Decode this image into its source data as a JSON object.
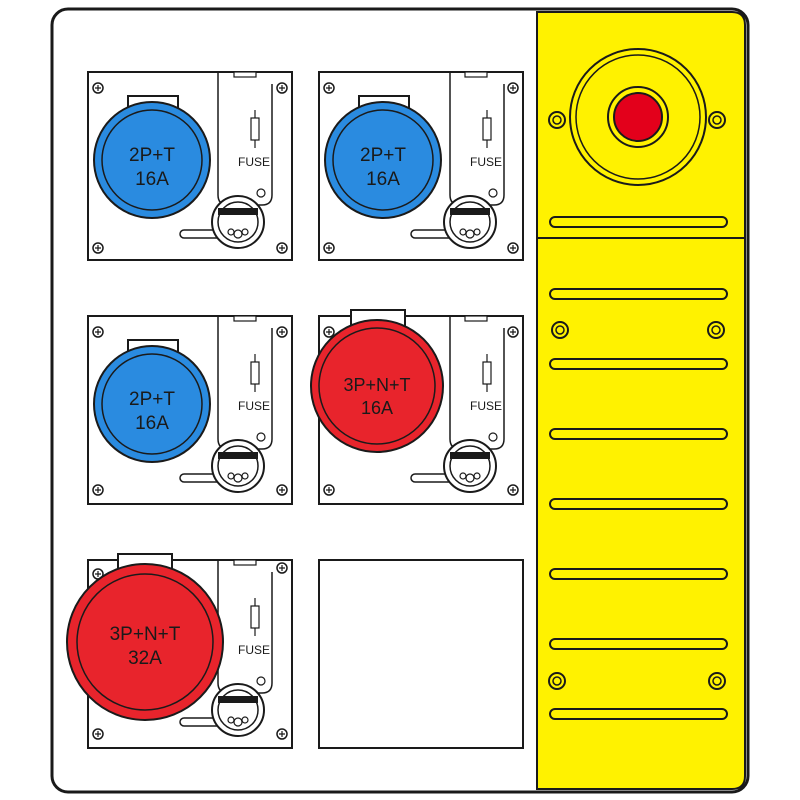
{
  "colors": {
    "blue_socket": "#2a8be0",
    "red_socket": "#e8242c",
    "panel_yellow": "#fff200",
    "estop_red": "#e3001b",
    "outline": "#1a1a1a"
  },
  "fuse_label": "FUSE",
  "sockets": [
    {
      "id": "socket-1",
      "label_line1": "2P+T",
      "label_line2": "16A",
      "color": "blue"
    },
    {
      "id": "socket-2",
      "label_line1": "2P+T",
      "label_line2": "16A",
      "color": "blue"
    },
    {
      "id": "socket-3",
      "label_line1": "2P+T",
      "label_line2": "16A",
      "color": "blue"
    },
    {
      "id": "socket-4",
      "label_line1": "3P+N+T",
      "label_line2": "16A",
      "color": "red"
    },
    {
      "id": "socket-5",
      "label_line1": "3P+N+T",
      "label_line2": "32A",
      "color": "red"
    }
  ],
  "icons": {
    "emergency_stop": "emergency-stop-button-icon",
    "fuse": "fuse-icon",
    "breaker": "rotary-breaker-icon",
    "screw": "screw-icon"
  }
}
